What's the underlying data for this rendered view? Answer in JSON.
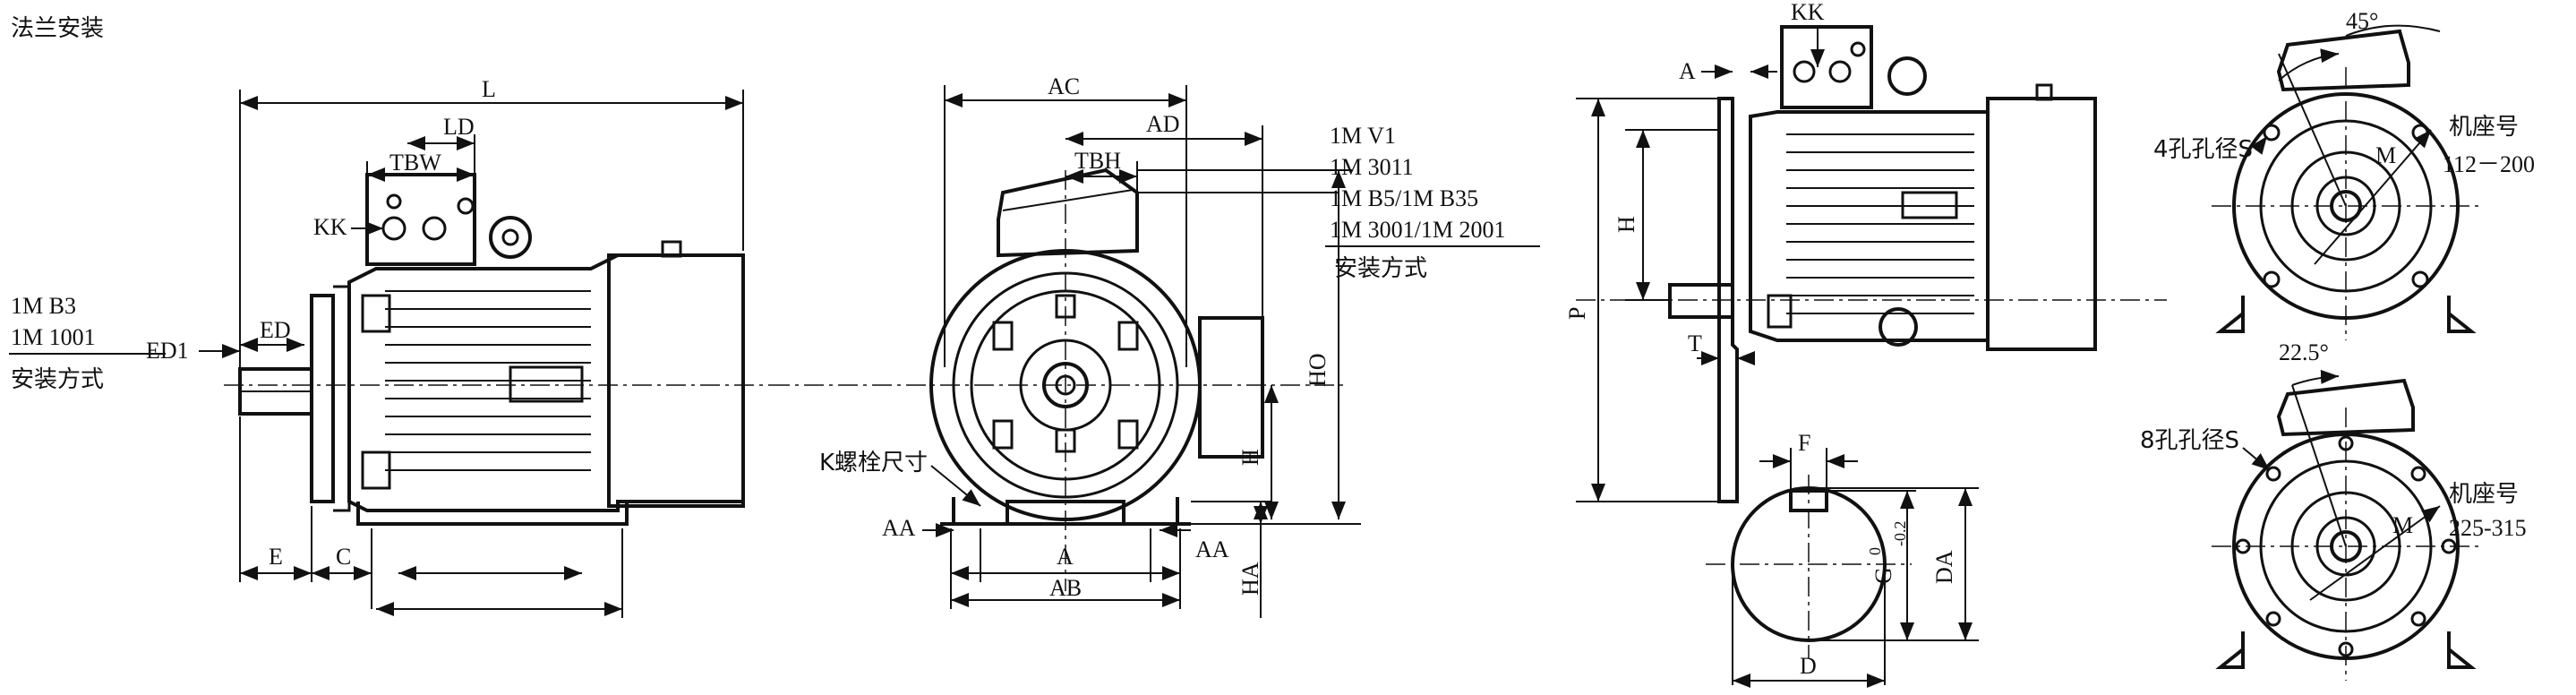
{
  "header": {
    "title": "法兰安装"
  },
  "side_view": {
    "labels": {
      "L": "L",
      "LD": "LD",
      "TBW": "TBW",
      "KK": "KK",
      "ED1": "ED1",
      "ED": "ED",
      "E": "E",
      "C": "C"
    },
    "mount_types": [
      "1M   B3",
      "1M   1001"
    ],
    "mount_caption": "安装方式"
  },
  "front_view": {
    "labels": {
      "AC": "AC",
      "AD": "AD",
      "TBH": "TBH",
      "HO": "HO",
      "H": "H",
      "HA": "HA",
      "A": "A",
      "AB": "AB",
      "AA_left": "AA",
      "AA_right": "AA",
      "bolt": "K螺栓尺寸"
    },
    "mount_types": [
      "1M   V1",
      "1M   3011",
      "1M   B5/1M   B35",
      "1M   3001/1M   2001"
    ],
    "mount_caption": "安装方式"
  },
  "flange_side_view": {
    "labels": {
      "KK": "KK",
      "A": "A",
      "P": "P",
      "H": "H",
      "T": "T"
    }
  },
  "shaft_section": {
    "labels": {
      "F": "F",
      "G": "G",
      "G_tol_sup": "0",
      "G_tol_sub": "-0.2",
      "DA": "DA",
      "D": "D"
    }
  },
  "flange_views": [
    {
      "angle": "45°",
      "holes": "4孔孔径S",
      "M": "M",
      "frame_label": "机座号",
      "frame_range": "112－200"
    },
    {
      "angle": "22.5°",
      "holes": "8孔孔径S",
      "M": "M",
      "frame_label": "机座号",
      "frame_range": "225-315"
    }
  ]
}
